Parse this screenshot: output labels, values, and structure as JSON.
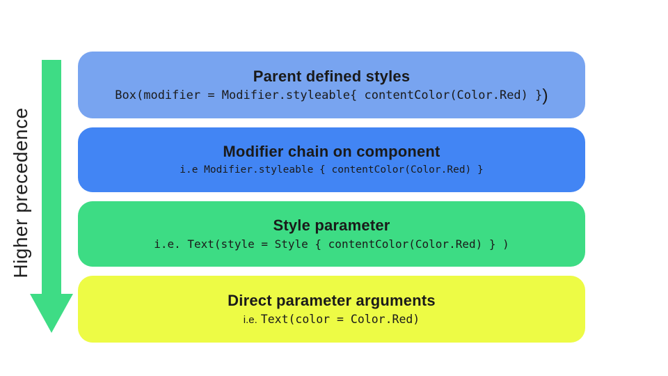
{
  "colors": {
    "arrow": "#3EDC85",
    "text": "#1F1F1F"
  },
  "arrow": {
    "label": "Higher precedence"
  },
  "boxes": [
    {
      "title": "Parent defined styles",
      "code_prefix": "",
      "code": "Box(modifier = Modifier.styleable{ contentColor(Color.Red) }",
      "code_suffix": ")",
      "color": "#78A4F0"
    },
    {
      "title": "Modifier chain on component",
      "code_prefix": "",
      "code": "i.e Modifier.styleable { contentColor(Color.Red) }",
      "code_suffix": "",
      "color": "#4285F4"
    },
    {
      "title": "Style parameter",
      "code_prefix": "",
      "code": "i.e. Text(style = Style { contentColor(Color.Red) } )",
      "code_suffix": "",
      "color": "#3DDC84"
    },
    {
      "title": "Direct parameter arguments",
      "code_prefix": "i.e.",
      "code": "Text(color = Color.Red)",
      "code_suffix": "",
      "color": "#EDFB45"
    }
  ]
}
